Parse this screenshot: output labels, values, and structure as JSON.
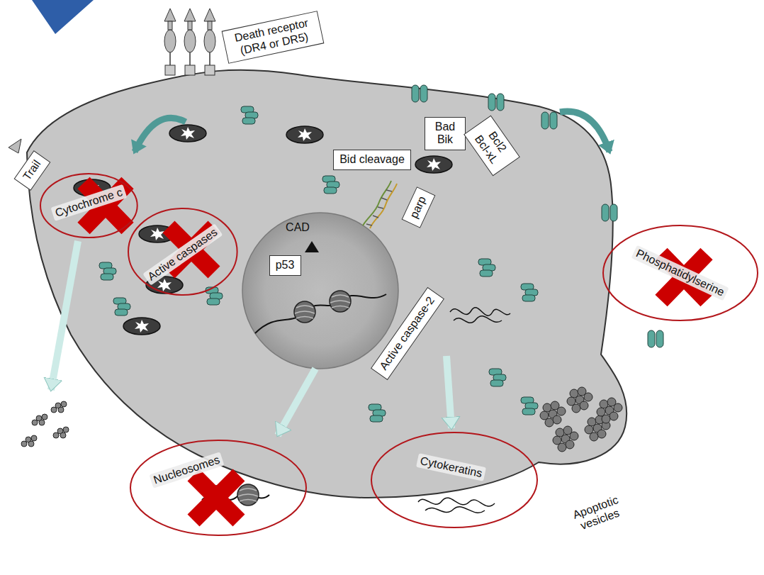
{
  "diagram": {
    "nodes": [
      {
        "text": [
          "Death receptor (DR4 or DR5)"
        ]
      },
      {
        "text": [
          "Trail"
        ]
      },
      {
        "text": [
          "Cytochrome c"
        ]
      },
      {
        "text": [
          "Active caspases"
        ]
      },
      {
        "text": [
          "Bid cleavage"
        ]
      },
      {
        "text": [
          "Bad Bik"
        ]
      },
      {
        "text": [
          "Bcl2 Bcl-xL"
        ]
      },
      {
        "text": [
          "parp"
        ]
      },
      {
        "text": [
          "p53"
        ]
      },
      {
        "text": [
          "Phosphatidylserine"
        ]
      },
      {
        "text": [
          "Active caspase-2"
        ]
      },
      {
        "text": [
          "Nucleosomes"
        ]
      },
      {
        "text": [
          "Cytokeratins"
        ]
      }
    ],
    "labels": [
      "CAD",
      "Apoptotic vesicles"
    ]
  }
}
